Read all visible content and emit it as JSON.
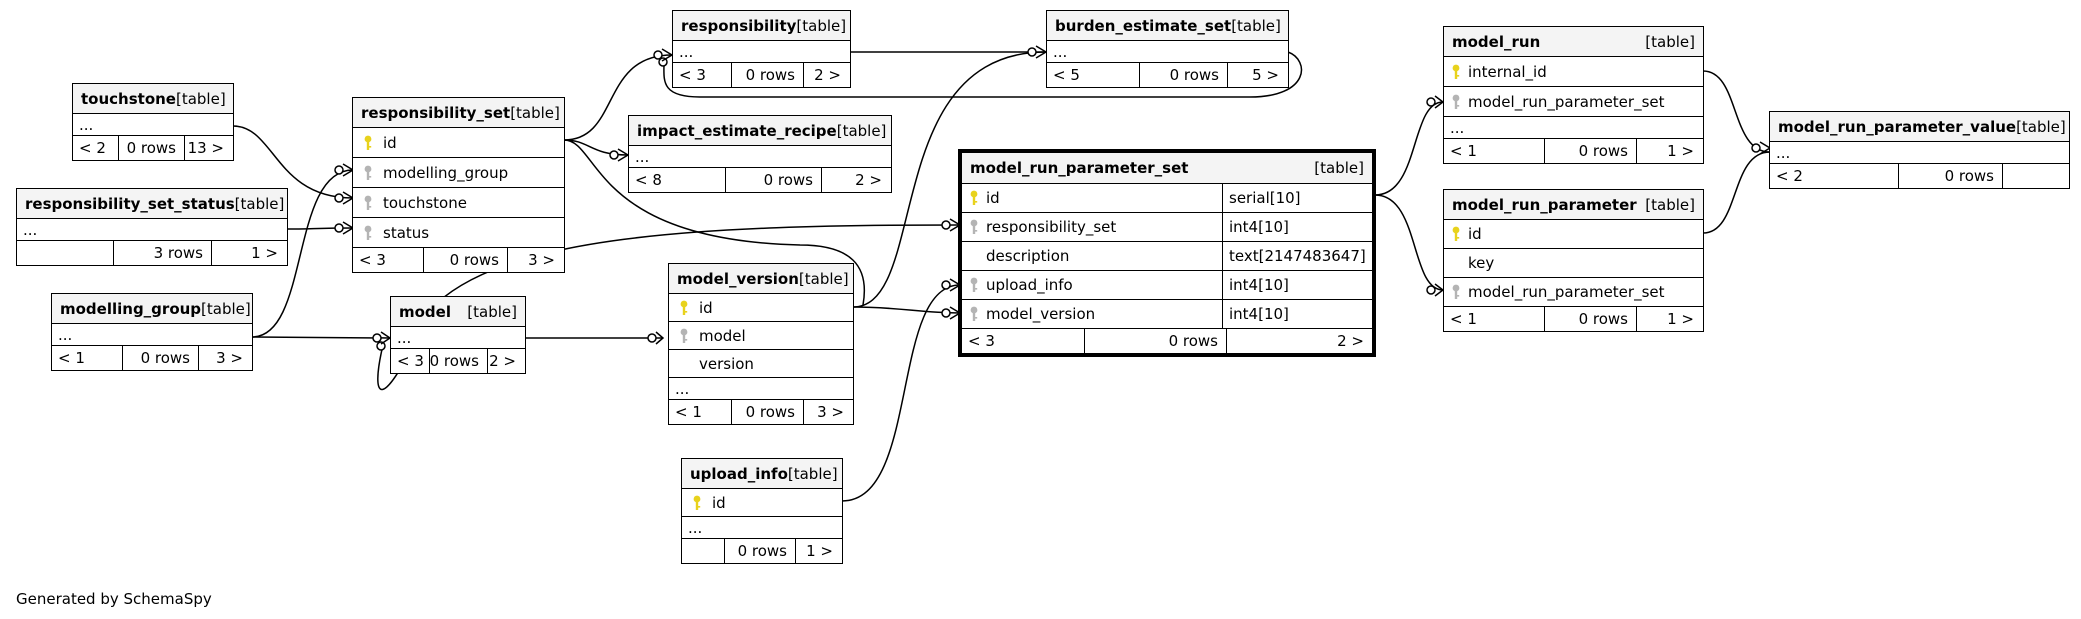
{
  "footer_text": "Generated by SchemaSpy",
  "tables": {
    "touchstone": {
      "name": "touchstone",
      "tag": "[table]",
      "more": "...",
      "foot": [
        "< 2",
        "0 rows",
        "13 >"
      ]
    },
    "responsibility_set_status": {
      "name": "responsibility_set_status",
      "tag": "[table]",
      "more": "...",
      "foot": [
        "",
        "3 rows",
        "1 >"
      ]
    },
    "modelling_group": {
      "name": "modelling_group",
      "tag": "[table]",
      "more": "...",
      "foot": [
        "< 1",
        "0 rows",
        "3 >"
      ]
    },
    "responsibility_set": {
      "name": "responsibility_set",
      "tag": "[table]",
      "columns": [
        {
          "name": "id",
          "key": "pk"
        },
        {
          "name": "modelling_group",
          "key": "fk"
        },
        {
          "name": "touchstone",
          "key": "fk"
        },
        {
          "name": "status",
          "key": "fk"
        }
      ],
      "foot": [
        "< 3",
        "0 rows",
        "3 >"
      ]
    },
    "responsibility": {
      "name": "responsibility",
      "tag": "[table]",
      "more": "...",
      "foot": [
        "< 3",
        "0 rows",
        "2 >"
      ]
    },
    "impact_estimate_recipe": {
      "name": "impact_estimate_recipe",
      "tag": "[table]",
      "more": "...",
      "foot": [
        "< 8",
        "0 rows",
        "2 >"
      ]
    },
    "model": {
      "name": "model",
      "tag": "[table]",
      "more": "...",
      "foot": [
        "< 3",
        "0 rows",
        "2 >"
      ]
    },
    "model_version": {
      "name": "model_version",
      "tag": "[table]",
      "columns": [
        {
          "name": "id",
          "key": "pk"
        },
        {
          "name": "model",
          "key": "fk"
        },
        {
          "name": "version",
          "key": ""
        }
      ],
      "more": "...",
      "foot": [
        "< 1",
        "0 rows",
        "3 >"
      ]
    },
    "upload_info": {
      "name": "upload_info",
      "tag": "[table]",
      "columns": [
        {
          "name": "id",
          "key": "pk"
        }
      ],
      "more": "...",
      "foot": [
        "",
        "0 rows",
        "1 >"
      ]
    },
    "burden_estimate_set": {
      "name": "burden_estimate_set",
      "tag": "[table]",
      "more": "...",
      "foot": [
        "< 5",
        "0 rows",
        "5 >"
      ]
    },
    "model_run_parameter_set": {
      "name": "model_run_parameter_set",
      "tag": "[table]",
      "columns": [
        {
          "name": "id",
          "key": "pk",
          "type": "serial[10]"
        },
        {
          "name": "responsibility_set",
          "key": "fk",
          "type": "int4[10]"
        },
        {
          "name": "description",
          "key": "",
          "type": "text[2147483647]"
        },
        {
          "name": "upload_info",
          "key": "fk",
          "type": "int4[10]"
        },
        {
          "name": "model_version",
          "key": "fk",
          "type": "int4[10]"
        }
      ],
      "foot": [
        "< 3",
        "0 rows",
        "2 >"
      ]
    },
    "model_run": {
      "name": "model_run",
      "tag": "[table]",
      "columns": [
        {
          "name": "internal_id",
          "key": "pk"
        },
        {
          "name": "model_run_parameter_set",
          "key": "fk"
        }
      ],
      "more": "...",
      "foot": [
        "< 1",
        "0 rows",
        "1 >"
      ]
    },
    "model_run_parameter": {
      "name": "model_run_parameter",
      "tag": "[table]",
      "columns": [
        {
          "name": "id",
          "key": "pk"
        },
        {
          "name": "key",
          "key": ""
        },
        {
          "name": "model_run_parameter_set",
          "key": "fk"
        }
      ],
      "foot": [
        "< 1",
        "0 rows",
        "1 >"
      ]
    },
    "model_run_parameter_value": {
      "name": "model_run_parameter_value",
      "tag": "[table]",
      "more": "...",
      "foot": [
        "< 2",
        "0 rows",
        ""
      ]
    }
  },
  "colors": {
    "pk_key": "#e8d21c",
    "fk_key": "#b4b4b4",
    "header_bg": "#f4f4f4",
    "line": "#000000"
  }
}
